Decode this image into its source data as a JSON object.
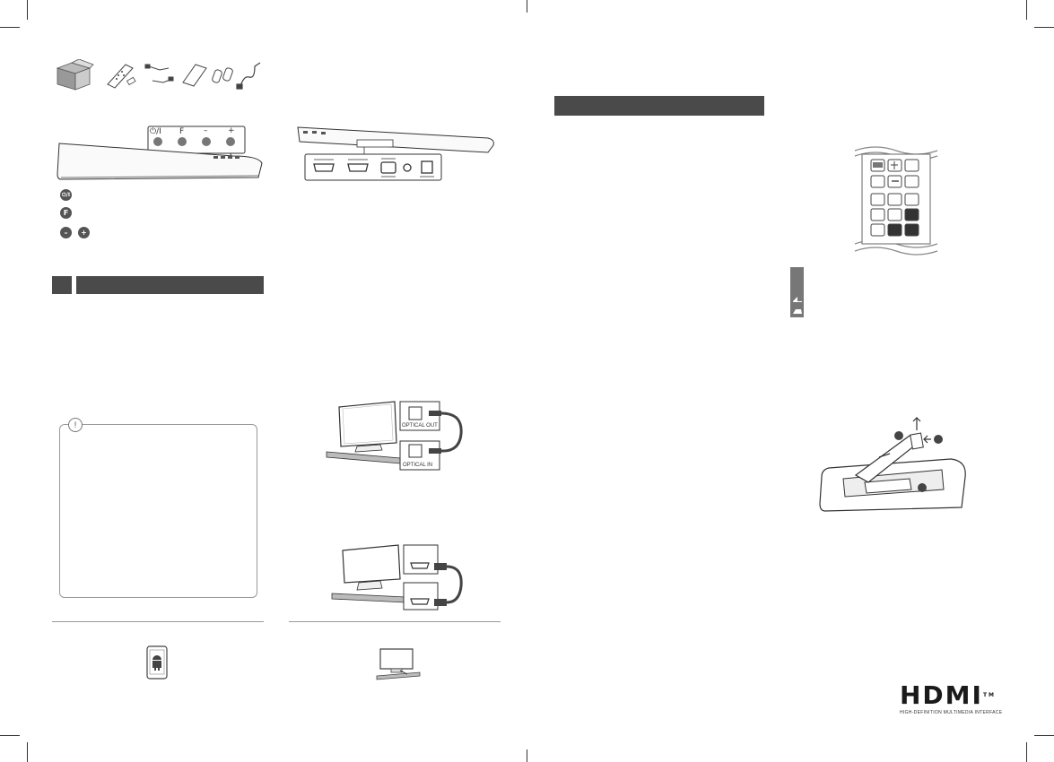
{
  "front_controls": {
    "power_label": "⏻/I",
    "function_label": "F",
    "minus_label": "–",
    "plus_label": "+"
  },
  "legend_icons": {
    "power": "⏻/I",
    "function": "F",
    "minus": "–",
    "plus": "+"
  },
  "connection": {
    "optical_in_label_tv": "OPTICAL OUT",
    "optical_in_label_bar": "OPTICAL IN"
  },
  "hdmi_logo": {
    "text": "HDMI",
    "trademark": "TM",
    "tagline": "HIGH-DEFINITION MULTIMEDIA INTERFACE"
  },
  "icons": [
    "box-icon",
    "remote-icon",
    "cable-icon",
    "manual-icon",
    "clip-icon",
    "power-cord-icon",
    "smartphone-android-icon",
    "tv-soundbar-icon",
    "remote-battery-icon"
  ]
}
